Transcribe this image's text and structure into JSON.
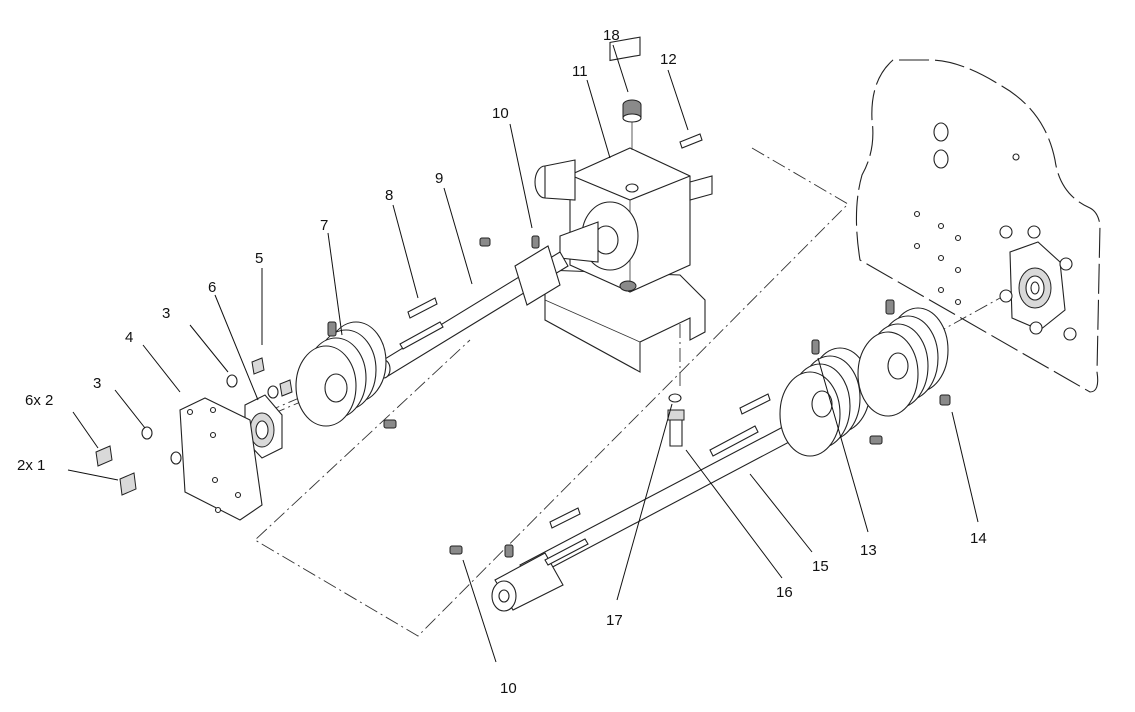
{
  "callouts": [
    {
      "id": "c1",
      "text": "2x 1"
    },
    {
      "id": "c2",
      "text": "6x 2"
    },
    {
      "id": "c3a",
      "text": "3"
    },
    {
      "id": "c3b",
      "text": "3"
    },
    {
      "id": "c4",
      "text": "4"
    },
    {
      "id": "c5",
      "text": "5"
    },
    {
      "id": "c6",
      "text": "6"
    },
    {
      "id": "c7",
      "text": "7"
    },
    {
      "id": "c8",
      "text": "8"
    },
    {
      "id": "c9",
      "text": "9"
    },
    {
      "id": "c10a",
      "text": "10"
    },
    {
      "id": "c10b",
      "text": "10"
    },
    {
      "id": "c11",
      "text": "11"
    },
    {
      "id": "c12",
      "text": "12"
    },
    {
      "id": "c13",
      "text": "13"
    },
    {
      "id": "c14",
      "text": "14"
    },
    {
      "id": "c15",
      "text": "15"
    },
    {
      "id": "c16",
      "text": "16"
    },
    {
      "id": "c17",
      "text": "17"
    },
    {
      "id": "c18",
      "text": "18"
    }
  ]
}
